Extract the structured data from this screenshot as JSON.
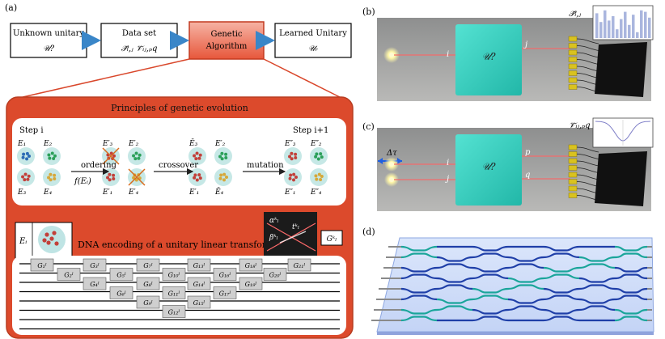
{
  "panel_a": {
    "label": "(a)",
    "flow_boxes": [
      {
        "title": "Unknown unitary",
        "sub": "𝒰?"
      },
      {
        "title": "Data set",
        "sub": "𝒫̃ᵢ,ⱼ  𝒱̃ᵢⱼ,ₚq"
      },
      {
        "title": "Genetic",
        "title2": "Algorithm"
      },
      {
        "title": "Learned Unitary",
        "sub": "𝒰ᵣ"
      }
    ],
    "principles_title": "Principles of genetic evolution",
    "step_left": "Step i",
    "step_right": "Step i+1",
    "ordering": "ordering",
    "f_of_e": "f(Eᵢ)",
    "crossover": "crossover",
    "mutation": "mutation",
    "pop_labels": {
      "g1": [
        "E₁",
        "E₂",
        "E₃",
        "E₄"
      ],
      "g2": [
        "E′₃",
        "E′₂",
        "E′₁",
        "E′₄"
      ],
      "g3": [
        "Ē₃",
        "E′₂",
        "E′₁",
        "Ē₄"
      ],
      "g4": [
        "E″₃",
        "E″₂",
        "E″₁",
        "E″₄"
      ]
    },
    "ei_label": "Eᵢ",
    "dna_title": "DNA encoding of a unitary linear transformation",
    "gk_label": "Gᵏₗ",
    "alpha": "αᵏₗ",
    "beta": "βᵏₗ",
    "t": "tᵏₗ",
    "gates": [
      "G₁ˡ",
      "G₂ˡ",
      "G₃ˡ",
      "G₄ˡ",
      "G₅ˡ",
      "G₆ˡ",
      "G₇ˡ",
      "G₈ˡ",
      "G₉ˡ",
      "G₁₀ˡ",
      "G₁₁ˡ",
      "G₁₂ˡ",
      "G₁₃ˡ",
      "G₁₄ˡ",
      "G₁₅ˡ",
      "G₁₆ˡ",
      "G₁₇ˡ",
      "G₁₈ˡ",
      "G₁₉ˡ",
      "G₂₀ˡ",
      "G₂₁ˡ"
    ]
  },
  "panel_b": {
    "label": "(b)",
    "chip": "𝒰?",
    "in_i": "i",
    "out_j": "j",
    "plot_label": "𝒫̃ᵢ,ⱼ"
  },
  "panel_c": {
    "label": "(c)",
    "chip": "𝒰?",
    "in_i": "i",
    "in_j": "j",
    "out_p": "p",
    "out_q": "q",
    "delay": "Δτ",
    "plot_label": "𝒱̃ᵢⱼ,ₚq"
  },
  "panel_d": {
    "label": "(d)"
  },
  "colors": {
    "accent_red": "#d9472b",
    "arrow_blue": "#3a86c8",
    "chip_teal": "#3cd1c0",
    "waveguide_blue": "#1f3fa8"
  }
}
